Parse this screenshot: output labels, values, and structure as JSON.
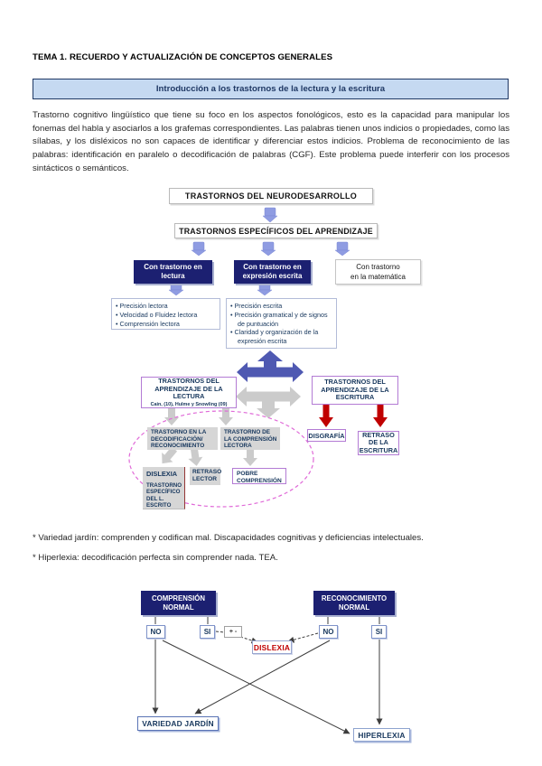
{
  "page": {
    "title": "TEMA 1. RECUERDO Y ACTUALIZACIÓN DE CONCEPTOS GENERALES",
    "banner": "Introducción a los trastornos de la lectura y la escritura",
    "intro": "Trastorno cognitivo lingüístico que tiene su foco en los aspectos fonológicos, esto es la capacidad para manipular los fonemas del habla y asociarlos a los grafemas correspondientes. Las palabras tienen unos indicios o propiedades, como las sílabas, y los disléxicos no son capaces de identificar y diferenciar estos indicios. Problema de reconocimiento de las palabras: identificación en paralelo o decodificación de palabras (CGF). Este problema puede interferir con los procesos sintácticos o semánticos.",
    "notes": [
      "* Variedad jardín: comprenden y codifican mal. Discapacidades cognitivas y deficiencias intelectuales.",
      "* Hiperlexia: decodificación perfecta sin comprender nada. TEA."
    ]
  },
  "d1": {
    "neuro": "TRASTORNOS DEL NEURODESARROLLO",
    "especificos": "TRASTORNOS ESPECÍFICOS DEL APRENDIZAJE",
    "lectura": "Con trastorno en lectura",
    "escrita": "Con trastorno en expresión escrita",
    "matematica_l1": "Con trastorno",
    "matematica_l2": "en la matemática",
    "lectura_items": [
      "Precisión lectora",
      "Velocidad o Fluidez lectora",
      "Comprensión lectora"
    ],
    "escrita_items": [
      "Precisión escrita",
      "Precisión gramatical y de signos de puntuación",
      "Claridad y organización de la expresión escrita"
    ]
  },
  "d2": {
    "lectura_title": "TRASTORNOS DEL APRENDIZAJE DE LA LECTURA",
    "lectura_cite": "Cain, (10), Hulme y Snowling (09)",
    "escritura_title": "TRASTORNOS DEL APRENDIZAJE DE LA ESCRITURA",
    "decodificacion": "TRASTORNO EN LA DECODIFICACIÓN/ RECONOCIMIENTO",
    "comprension": "TRASTORNO DE LA COMPRENSIÓN LECTORA",
    "dislexia": "DISLEXIA",
    "dislexia_sub": "TRASTORNO ESPECÍFICO DEL L. ESCRITO",
    "retraso_lector": "RETRASO LECTOR",
    "pobre_comprension": "POBRE COMPRENSIÓN",
    "disgrafia": "DISGRAFÍA",
    "retraso_escritura": "RETRASO DE LA ESCRITURA"
  },
  "d3": {
    "comprension_normal": "COMPRENSIÓN NORMAL",
    "reconocimiento_normal": "RECONOCIMIENTO NORMAL",
    "no_left": "NO",
    "si_left": "SI",
    "plus_minus": "+ -",
    "no_right": "NO",
    "si_right": "SI",
    "dislexia": "DISLEXIA",
    "variedad_jardin": "VARIEDAD JARDÍN",
    "hiperlexia": "HIPERLEXIA"
  },
  "colors": {
    "banner_bg": "#c5d9f1",
    "navy_box": "#1c2071",
    "navy_text": "#17375d",
    "periwinkle_arrow": "#8f9ce2",
    "blue_tri_arrow": "#4f59b2",
    "gray_arrow": "#cbcbcb",
    "gray_box": "#d6d6d6",
    "red_arrow": "#c00000",
    "red_text": "#c00000",
    "purple_border": "#b37bd4",
    "pink_ellipse": "#e06ad8"
  }
}
